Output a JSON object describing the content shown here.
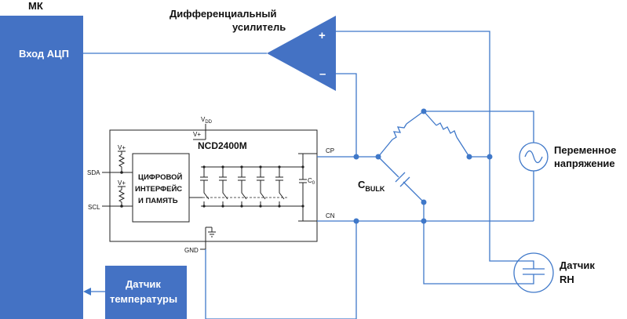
{
  "mcu": {
    "label": "МК",
    "adc_input": "Вход АЦП"
  },
  "amp": {
    "title_line1": "Дифференциальный",
    "title_line2": "усилитель",
    "plus": "+",
    "minus": "–"
  },
  "ic": {
    "name": "NCD2400M",
    "vdd_main": "V",
    "vdd_sub": "DD",
    "vplus": "V+",
    "sda": "SDA",
    "scl": "SCL",
    "gnd": "GND",
    "cp": "CP",
    "cn": "CN",
    "c0_main": "C",
    "c0_sub": "0",
    "digital_line1": "ЦИФРОВОЙ",
    "digital_line2": "ИНТЕРФЕЙС",
    "digital_line3": "И ПАМЯТЬ"
  },
  "cbulk": {
    "main": "C",
    "sub": "BULK"
  },
  "ac_source": {
    "line1": "Переменное",
    "line2": "напряжение"
  },
  "rh_sensor": {
    "line1": "Датчик",
    "line2": "RH"
  },
  "temp_sensor": {
    "line1": "Датчик",
    "line2": "температуры"
  },
  "colors": {
    "block": "#4472c4",
    "wire": "#3f78c9",
    "text": "#111111",
    "white": "#ffffff"
  }
}
